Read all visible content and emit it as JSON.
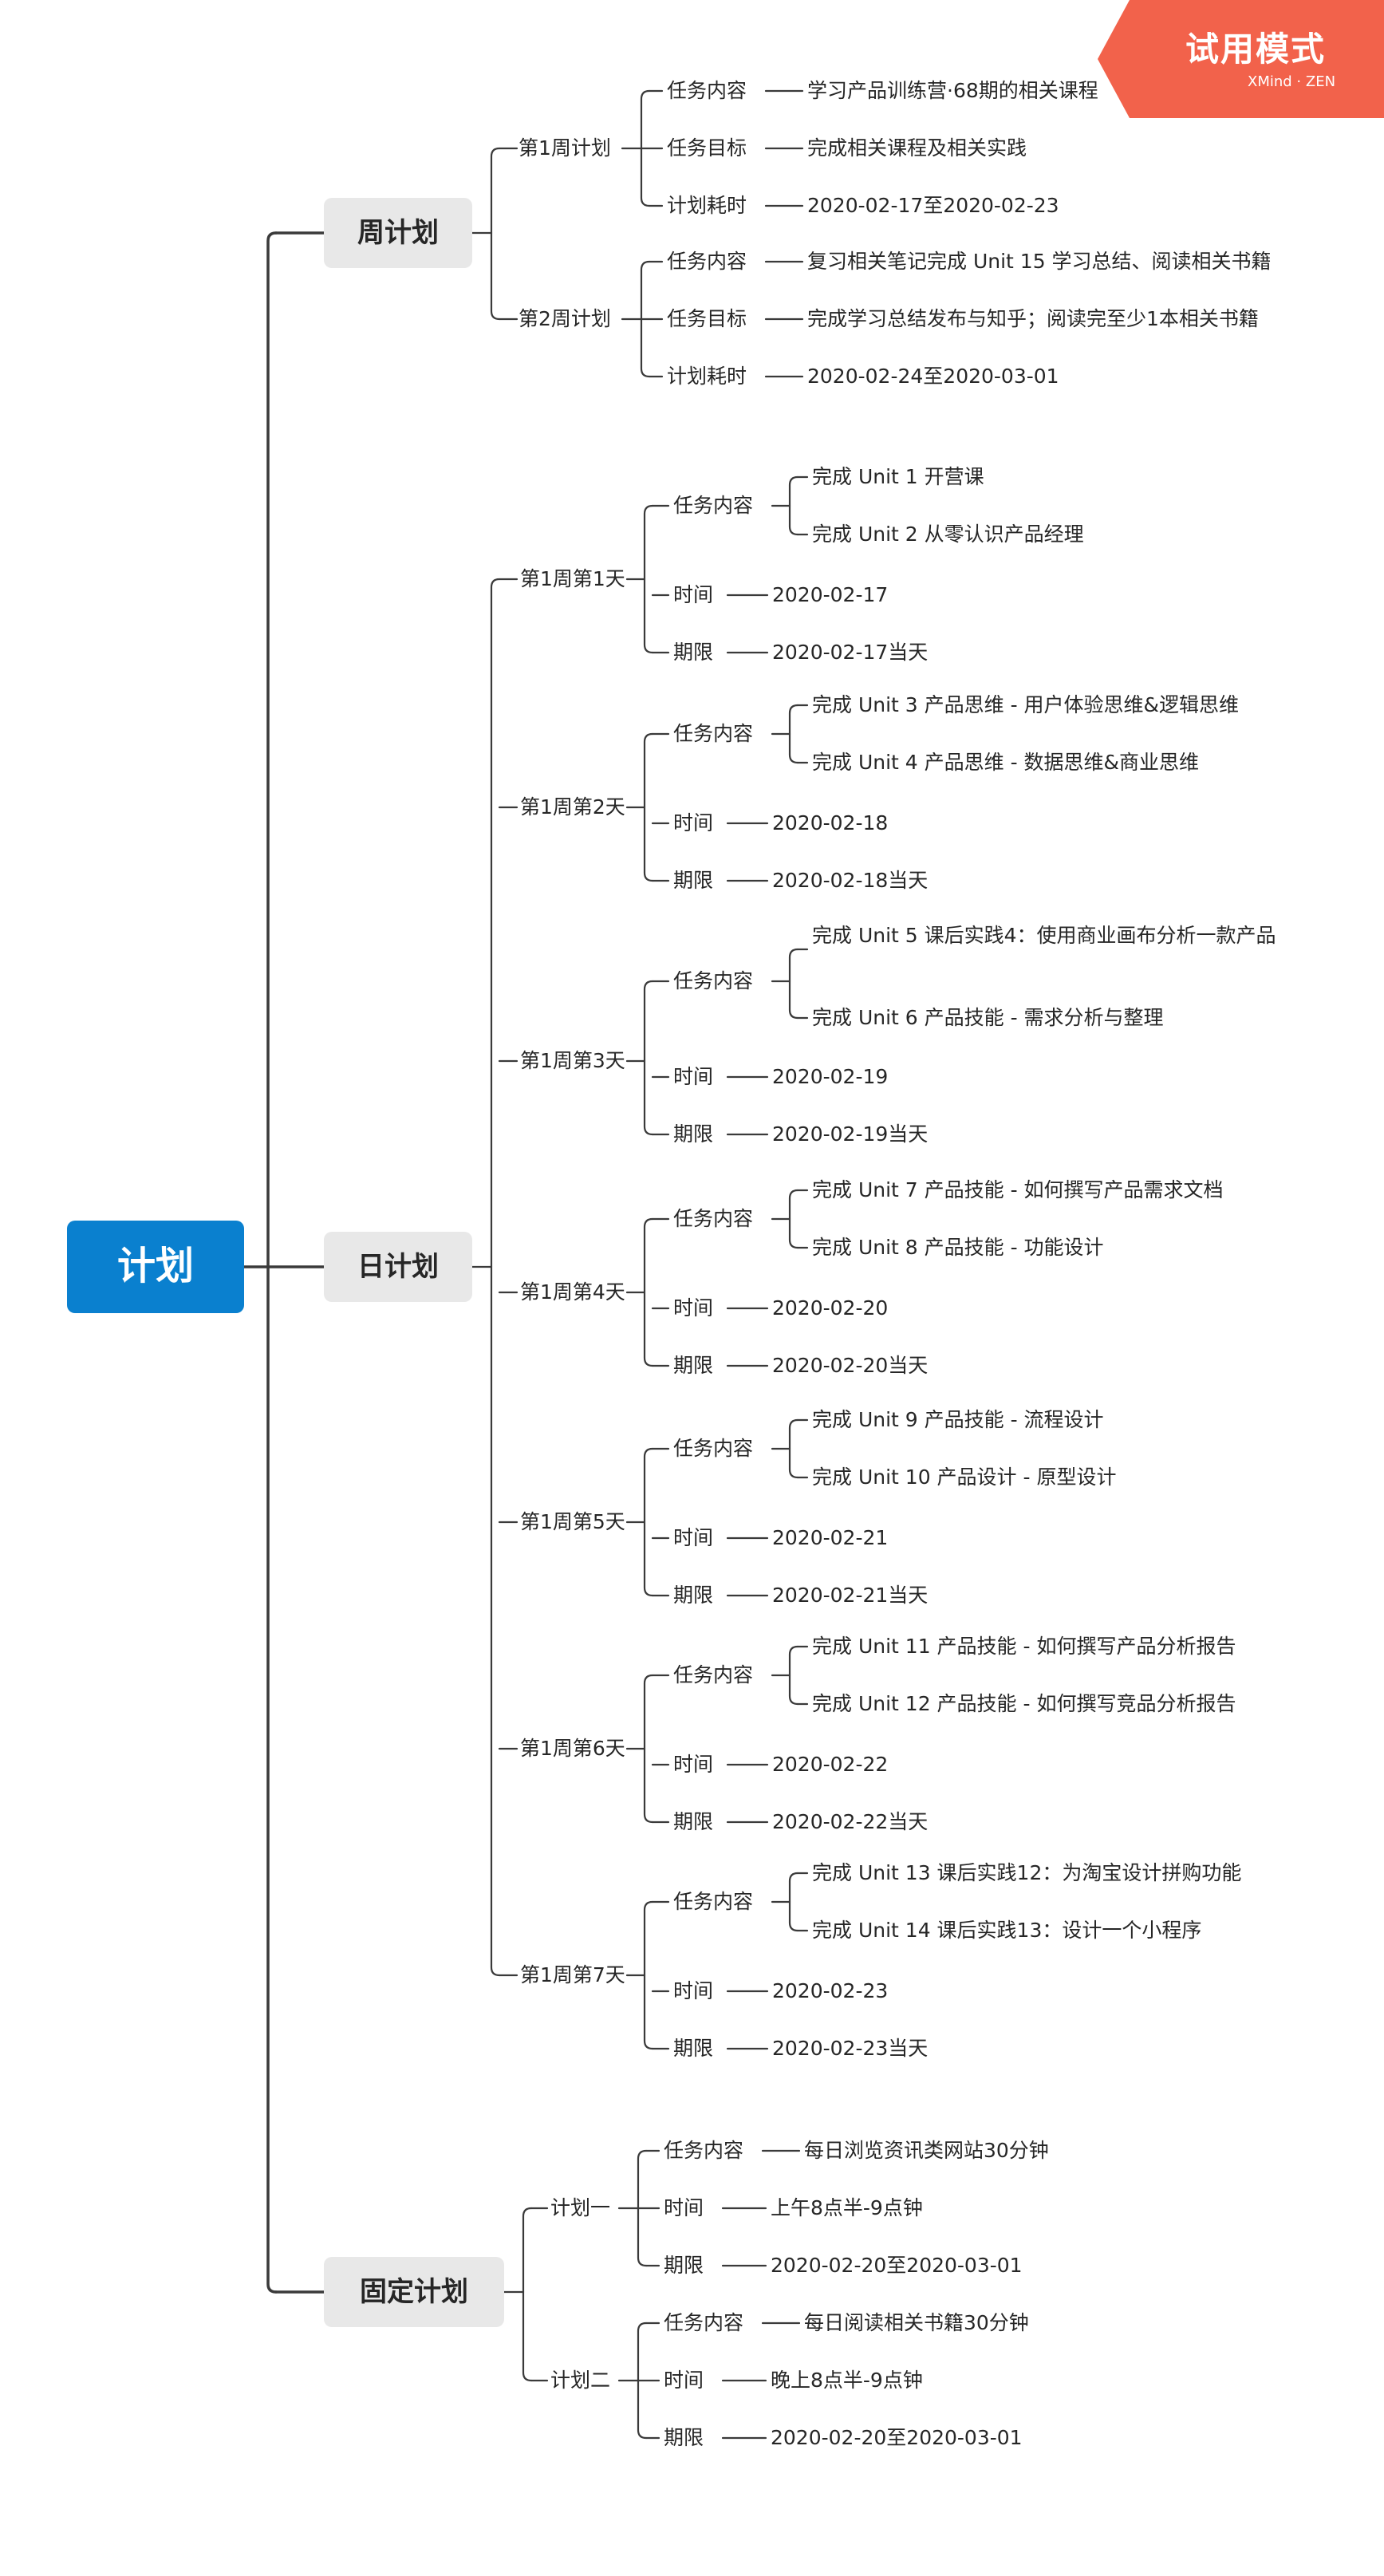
{
  "colors": {
    "central": "#0a80cf",
    "main_node": "#e8e8e8",
    "line": "#3a3a3a",
    "badge": "#f2624b"
  },
  "badge": {
    "title": "试用模式",
    "brand": "XMind · ZEN"
  },
  "central": "计划",
  "weekly": {
    "label": "周计划",
    "w1": {
      "label": "第1周计划",
      "content_k": "任务内容",
      "content_v": "学习产品训练营·68期的相关课程",
      "goal_k": "任务目标",
      "goal_v": "完成相关课程及相关实践",
      "time_k": "计划耗时",
      "time_v": "2020-02-17至2020-02-23"
    },
    "w2": {
      "label": "第2周计划",
      "content_k": "任务内容",
      "content_v": "复习相关笔记完成 Unit 15 学习总结、阅读相关书籍",
      "goal_k": "任务目标",
      "goal_v": "完成学习总结发布与知乎；阅读完至少1本相关书籍",
      "time_k": "计划耗时",
      "time_v": "2020-02-24至2020-03-01"
    }
  },
  "daily": {
    "label": "日计划",
    "d1": {
      "label": "第1周第1天",
      "task_k": "任务内容",
      "t1": "完成 Unit 1 开营课",
      "t2": "完成 Unit 2 从零认识产品经理",
      "time_k": "时间",
      "time_v": "2020-02-17",
      "dl_k": "期限",
      "dl_v": "2020-02-17当天"
    },
    "d2": {
      "label": "第1周第2天",
      "task_k": "任务内容",
      "t1": "完成 Unit 3 产品思维 - 用户体验思维&逻辑思维",
      "t2": "完成 Unit 4 产品思维 - 数据思维&商业思维",
      "time_k": "时间",
      "time_v": "2020-02-18",
      "dl_k": "期限",
      "dl_v": "2020-02-18当天"
    },
    "d3": {
      "label": "第1周第3天",
      "task_k": "任务内容",
      "t1": "完成  Unit 5 课后实践4：使用商业画布分析一款产品",
      "t2": "完成 Unit 6 产品技能 - 需求分析与整理",
      "time_k": "时间",
      "time_v": "2020-02-19",
      "dl_k": "期限",
      "dl_v": "2020-02-19当天"
    },
    "d4": {
      "label": "第1周第4天",
      "task_k": "任务内容",
      "t1": "完成 Unit 7 产品技能 - 如何撰写产品需求文档",
      "t2": "完成 Unit 8 产品技能 - 功能设计",
      "time_k": "时间",
      "time_v": "2020-02-20",
      "dl_k": "期限",
      "dl_v": "2020-02-20当天"
    },
    "d5": {
      "label": "第1周第5天",
      "task_k": "任务内容",
      "t1": "完成 Unit 9 产品技能 - 流程设计",
      "t2": "完成 Unit 10 产品设计 - 原型设计",
      "time_k": "时间",
      "time_v": "2020-02-21",
      "dl_k": "期限",
      "dl_v": "2020-02-21当天"
    },
    "d6": {
      "label": "第1周第6天",
      "task_k": "任务内容",
      "t1": "完成 Unit 11  产品技能 - 如何撰写产品分析报告",
      "t2": "完成 Unit 12 产品技能 - 如何撰写竞品分析报告",
      "time_k": "时间",
      "time_v": "2020-02-22",
      "dl_k": "期限",
      "dl_v": "2020-02-22当天"
    },
    "d7": {
      "label": "第1周第7天",
      "task_k": "任务内容",
      "t1": "完成 Unit 13 课后实践12：为淘宝设计拼购功能",
      "t2": "完成 Unit 14 课后实践13：设计一个小程序",
      "time_k": "时间",
      "time_v": "2020-02-23",
      "dl_k": "期限",
      "dl_v": "2020-02-23当天"
    }
  },
  "fixed": {
    "label": "固定计划",
    "p1": {
      "label": "计划一",
      "content_k": "任务内容",
      "content_v": "每日浏览资讯类网站30分钟",
      "time_k": "时间",
      "time_v": "上午8点半-9点钟",
      "dl_k": "期限",
      "dl_v": "2020-02-20至2020-03-01"
    },
    "p2": {
      "label": "计划二",
      "content_k": "任务内容",
      "content_v": "每日阅读相关书籍30分钟",
      "time_k": "时间",
      "time_v": "晚上8点半-9点钟",
      "dl_k": "期限",
      "dl_v": "2020-02-20至2020-03-01"
    }
  }
}
